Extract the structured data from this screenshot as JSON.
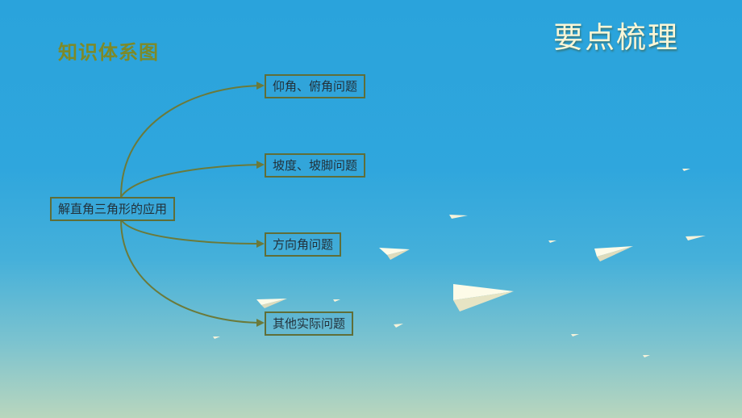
{
  "slide": {
    "heading": "要点梳理",
    "subheading": "知识体系图"
  },
  "diagram": {
    "root": "解直角三角形的应用",
    "branches": [
      {
        "label": "仰角、俯角问题"
      },
      {
        "label": "坡度、坡脚问题"
      },
      {
        "label": "方向角问题"
      },
      {
        "label": "其他实际问题"
      }
    ]
  },
  "colors": {
    "connector": "#6b7a3a",
    "box_border": "#5f6e38",
    "heading_text": "#fbf6d6",
    "subheading_text": "#7d8a28"
  }
}
